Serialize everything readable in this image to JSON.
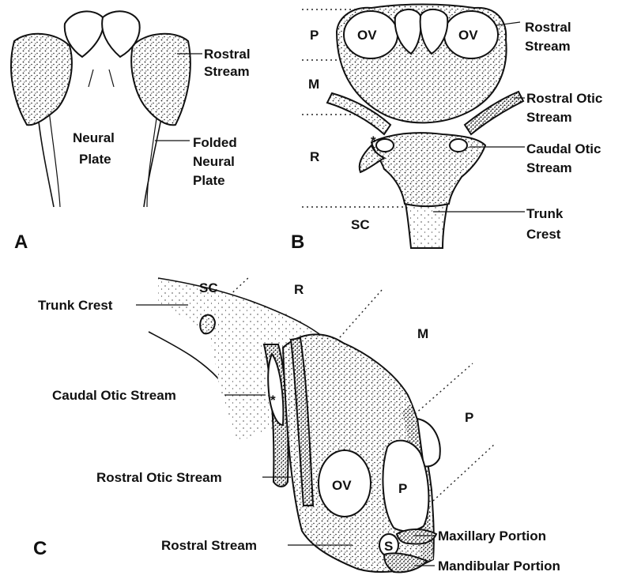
{
  "panels": {
    "a": {
      "letter": "A",
      "rostral_stream": [
        "Rostral",
        "Stream"
      ],
      "neural_plate": [
        "Neural",
        "Plate"
      ],
      "folded_neural_plate": [
        "Folded",
        "Neural",
        "Plate"
      ]
    },
    "b": {
      "letter": "B",
      "region_p": "P",
      "region_m": "M",
      "region_r": "R",
      "region_sc": "SC",
      "ov_left": "OV",
      "ov_right": "OV",
      "rostral_stream": [
        "Rostral",
        "Stream"
      ],
      "rostral_otic_stream": [
        "Rostral Otic",
        "Stream"
      ],
      "caudal_otic_stream": [
        "Caudal Otic",
        "Stream"
      ],
      "trunk_crest": [
        "Trunk",
        "Crest"
      ],
      "star": "*"
    },
    "c": {
      "letter": "C",
      "region_sc": "SC",
      "region_r": "R",
      "region_m": "M",
      "region_p": "P",
      "trunk_crest": "Trunk Crest",
      "caudal_otic_stream": "Caudal Otic Stream",
      "rostral_otic_stream": "Rostral Otic Stream",
      "rostral_stream": "Rostral Stream",
      "ov": "OV",
      "p_inner": "P",
      "s": "S",
      "maxillary_portion": "Maxillary Portion",
      "mandibular_portion": "Mandibular Portion",
      "star": "*"
    }
  }
}
